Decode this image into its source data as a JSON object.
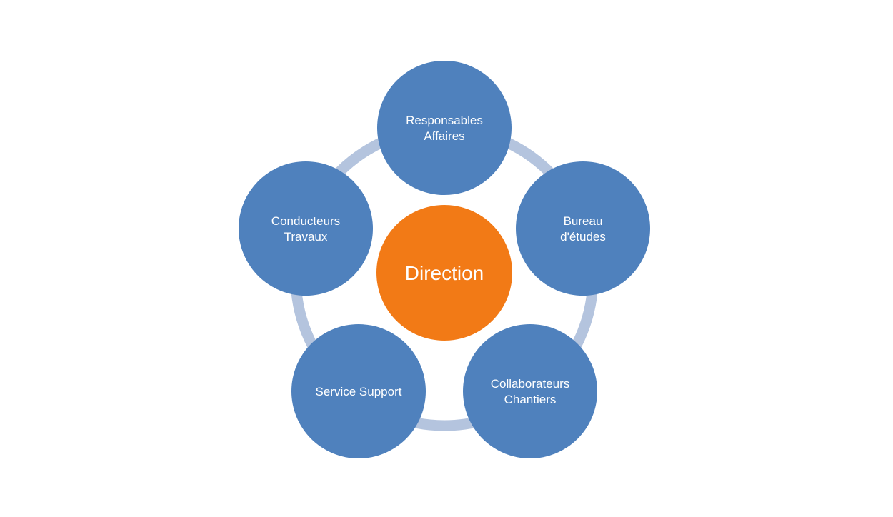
{
  "diagram": {
    "center": {
      "label": "Direction",
      "color": "#F27A16"
    },
    "ring_color": "#B4C4DE",
    "node_color": "#4F81BD",
    "text_color": "#FFFFFF",
    "nodes": [
      {
        "lines": [
          "Responsables",
          "Affaires"
        ]
      },
      {
        "lines": [
          "Bureau",
          "d'études"
        ]
      },
      {
        "lines": [
          "Collaborateurs",
          "Chantiers"
        ]
      },
      {
        "lines": [
          "Service Support"
        ]
      },
      {
        "lines": [
          "Conducteurs",
          "Travaux"
        ]
      }
    ]
  }
}
